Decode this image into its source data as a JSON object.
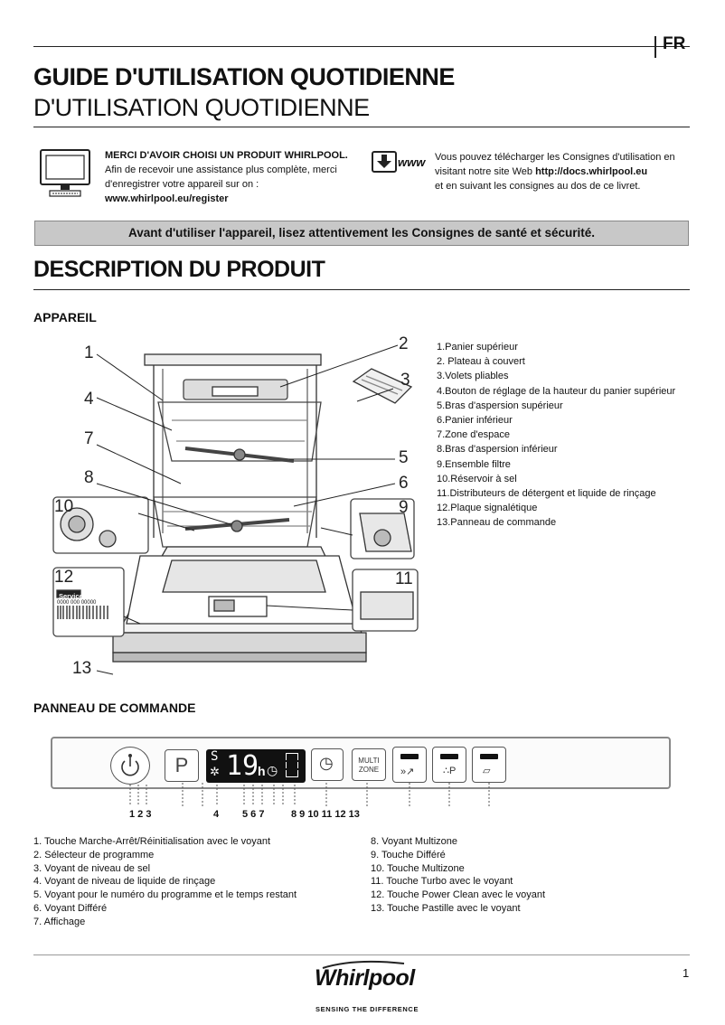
{
  "header": {
    "language": "FR",
    "title_line1": "GUIDE D'UTILISATION QUOTIDIENNE",
    "title_line2": "D'UTILISATION QUOTIDIENNE"
  },
  "info": {
    "left_bold": "MERCI D'AVOIR CHOISI UN PRODUIT WHIRLPOOL.",
    "left_line2": "Afin de recevoir une assistance plus complète, merci",
    "left_line3": "d'enregistrer votre appareil sur on :",
    "left_link": "www.whirlpool.eu/register",
    "right_line1": "Vous pouvez télécharger les Consignes d'utilisation en",
    "right_line2_prefix": "visitant notre site Web ",
    "right_link": "http://docs.whirlpool.eu",
    "right_line3": "et en suivant les consignes au dos de ce livret.",
    "www_label": "www"
  },
  "warning": "Avant d'utiliser l'appareil, lisez attentivement les Consignes de santé et sécurité.",
  "section_title": "DESCRIPTION DU PRODUIT",
  "appareil": {
    "heading": "APPAREIL",
    "callouts": [
      "1",
      "2",
      "3",
      "4",
      "5",
      "6",
      "7",
      "8",
      "9",
      "10",
      "11",
      "12",
      "13"
    ],
    "parts": [
      "1.Panier supérieur",
      "2. Plateau à couvert",
      "3.Volets pliables",
      "4.Bouton de réglage de la hauteur du panier supérieur",
      "5.Bras d'aspersion supérieur",
      "6.Panier inférieur",
      "7.Zone d'espace",
      "8.Bras d'aspersion inférieur",
      "9.Ensemble filtre",
      "10.Réservoir à sel",
      "11.Distributeurs de détergent et liquide de rinçage",
      "12.Plaque signalétique",
      "13.Panneau de commande"
    ],
    "plate": {
      "service_label": "Service:",
      "service_number": "0000 000 00000"
    }
  },
  "panneau": {
    "heading": "PANNEAU DE COMMANDE",
    "buttons": {
      "program": "P",
      "multizone_line1": "MULTI",
      "multizone_line2": "ZONE",
      "display_digits": "19",
      "display_unit": "h",
      "display_s": "S"
    },
    "numbers": [
      "1 2 3",
      "4",
      "5 6 7",
      "8 9 10 11 12 13"
    ],
    "legend_left": [
      "1. Touche Marche-Arrêt/Réinitialisation avec le voyant",
      "2. Sélecteur de programme",
      "3. Voyant de niveau de sel",
      "4. Voyant de niveau de liquide de rinçage",
      "5.  Voyant pour le numéro du programme et le temps restant",
      "6. Voyant Différé",
      "7. Affichage"
    ],
    "legend_right": [
      "8. Voyant Multizone",
      "9. Touche Différé",
      "10. Touche Multizone",
      "11. Touche Turbo avec le voyant",
      "12. Touche Power Clean avec le voyant",
      "13. Touche Pastille avec le voyant"
    ]
  },
  "footer": {
    "page_number": "1",
    "brand": "Whirlpool",
    "tagline": "SENSING THE DIFFERENCE"
  }
}
